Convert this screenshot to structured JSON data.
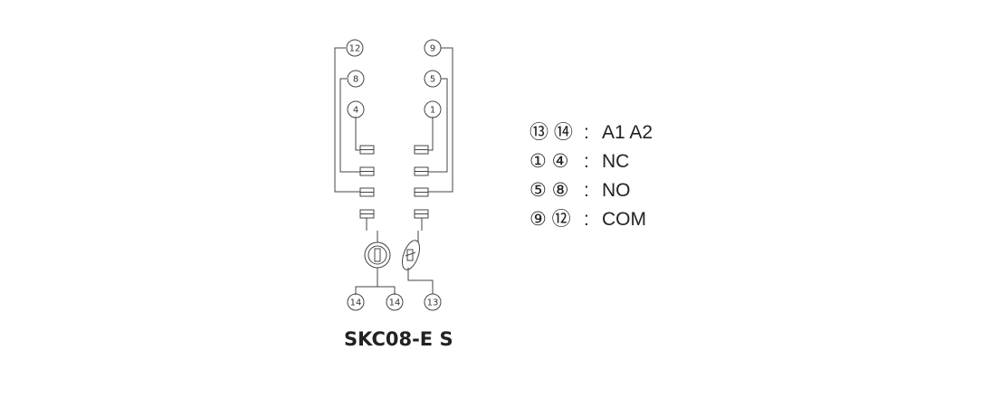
{
  "terminals": {
    "t12": "12",
    "t9": "9",
    "t8": "8",
    "t5": "5",
    "t4": "4",
    "t1": "1",
    "t14a": "14",
    "t14b": "14",
    "t13": "13"
  },
  "legend": [
    {
      "pins": "⑬ ⑭",
      "sep": ":",
      "value": "A1  A2"
    },
    {
      "pins": "① ④",
      "sep": ":",
      "value": "NC"
    },
    {
      "pins": "⑤ ⑧",
      "sep": ":",
      "value": "NO"
    },
    {
      "pins": "⑨ ⑫",
      "sep": ":",
      "value": "COM"
    }
  ],
  "model_name": "SKC08-E S",
  "colors": {
    "line": "#444444",
    "text": "#222222"
  }
}
